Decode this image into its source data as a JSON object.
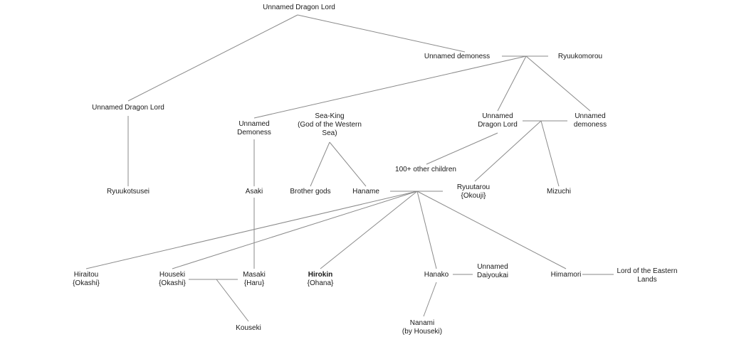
{
  "nodes": {
    "dragon_lord_top": [
      "Unnamed Dragon Lord"
    ],
    "unnamed_demoness_top": [
      "Unnamed demoness"
    ],
    "ryuukomorou": [
      "Ryuukomorou"
    ],
    "dragon_lord_left": [
      "Unnamed Dragon Lord"
    ],
    "ryuukotsusei": [
      "Ryuukotsusei"
    ],
    "unnamed_demoness_cap": [
      "Unnamed",
      "Demoness"
    ],
    "sea_king": [
      "Sea-King",
      "(God of the Western",
      "Sea)"
    ],
    "dragon_lord_mid": [
      "Unnamed",
      "Dragon Lord"
    ],
    "unnamed_demoness_right": [
      "Unnamed",
      "demoness"
    ],
    "other_children": [
      "100+ other children"
    ],
    "asaki": [
      "Asaki"
    ],
    "brother_gods": [
      "Brother gods"
    ],
    "haname": [
      "Haname"
    ],
    "ryuutarou": [
      "Ryuutarou",
      "{Okouji}"
    ],
    "mizuchi": [
      "Mizuchi"
    ],
    "hiraitou": [
      "Hiraitou",
      "{Okashi}"
    ],
    "houseki": [
      "Houseki",
      "{Okashi}"
    ],
    "masaki": [
      "Masaki",
      "{Haru}"
    ],
    "hirokin": [
      "Hirokin",
      "{Ohana}"
    ],
    "hanako": [
      "Hanako"
    ],
    "unnamed_daiyoukai": [
      "Unnamed",
      "Daiyoukai"
    ],
    "himamori": [
      "Himamori"
    ],
    "lord_eastern": [
      "Lord of the Eastern",
      "Lands"
    ],
    "kouseki": [
      "Kouseki"
    ],
    "nanami": [
      "Nanami",
      "(by Houseki)"
    ]
  },
  "style": {
    "line_color": "#8a8a8a",
    "text_color": "#1a1a1a"
  }
}
